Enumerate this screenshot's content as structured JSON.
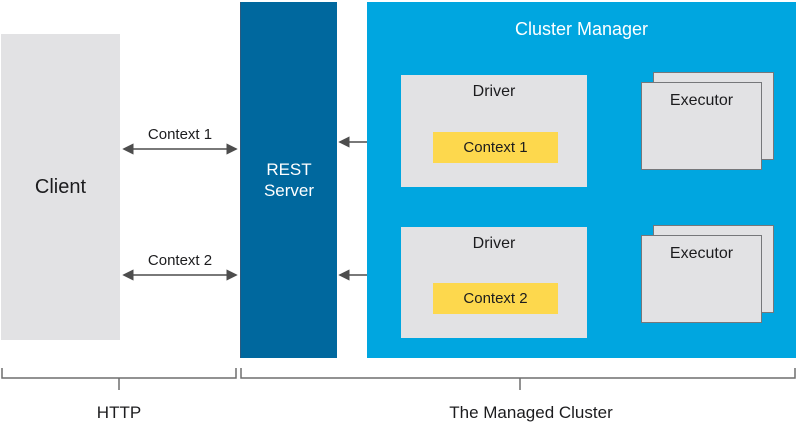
{
  "colors": {
    "rest_blue": "#00689E",
    "cluster_cyan": "#00A6E0",
    "context_yellow": "#FDD84D",
    "box_gray": "#E2E2E4",
    "line_gray": "#4D4D4D",
    "bracket_gray": "#6E6E6E",
    "text_dark": "#1C1C1E"
  },
  "client": {
    "label": "Client"
  },
  "rest_server": {
    "label": "REST\nServer"
  },
  "cluster_manager": {
    "title": "Cluster Manager"
  },
  "rows": [
    {
      "http_context_label": "Context 1",
      "driver_label": "Driver",
      "driver_context_label": "Context 1",
      "executor_label": "Executor"
    },
    {
      "http_context_label": "Context 2",
      "driver_label": "Driver",
      "driver_context_label": "Context 2",
      "executor_label": "Executor"
    }
  ],
  "brackets": [
    {
      "label": "HTTP"
    },
    {
      "label": "The Managed Cluster"
    }
  ]
}
